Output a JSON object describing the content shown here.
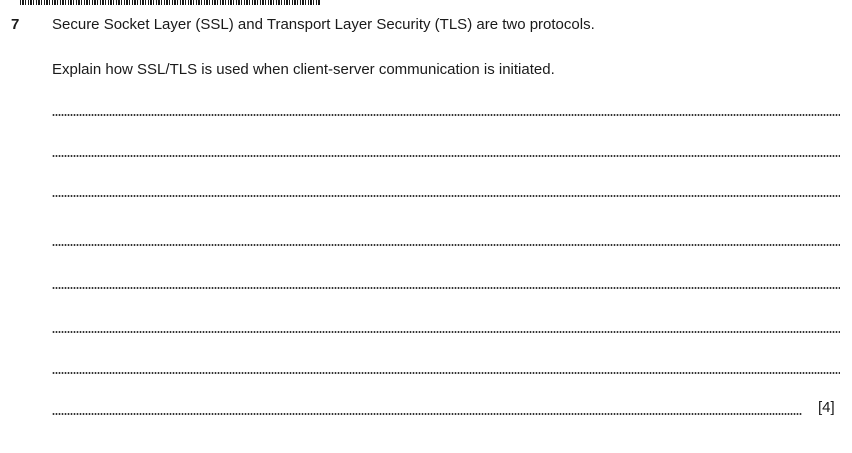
{
  "question": {
    "number": "7",
    "text": "Secure Socket Layer (SSL) and Transport Layer Security (TLS) are two protocols.",
    "prompt": "Explain how SSL/TLS is used when client-server communication is initiated.",
    "marks": "[4]",
    "answer_line_count": 8
  }
}
